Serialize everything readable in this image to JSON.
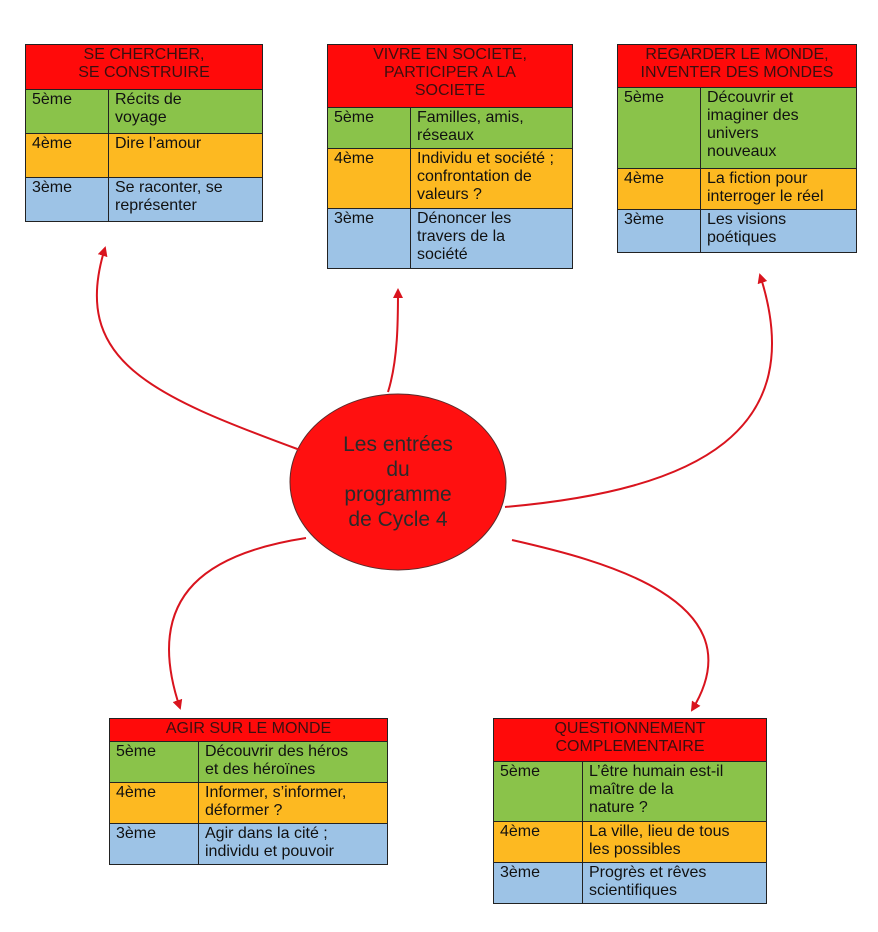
{
  "center": {
    "lines": [
      "Les entrées",
      "du",
      "programme",
      "de Cycle 4"
    ]
  },
  "colors": {
    "header": "#ff0a0a",
    "level5": "#8ac34a",
    "level4": "#fdb921",
    "level3": "#9dc3e6",
    "arrow": "#d9141e",
    "center": "#ff1010"
  },
  "boxes": {
    "chercher": {
      "title": [
        "SE CHERCHER,",
        "SE CONSTRUIRE"
      ],
      "rows": [
        {
          "level": "5ème",
          "text": [
            "Récits de",
            "voyage"
          ]
        },
        {
          "level": "4ème",
          "text": [
            "Dire l’amour"
          ]
        },
        {
          "level": "3ème",
          "text": [
            "Se raconter, se",
            "représenter"
          ]
        }
      ]
    },
    "societe": {
      "title": [
        "VIVRE EN SOCIETE,",
        "PARTICIPER A LA",
        "SOCIETE"
      ],
      "rows": [
        {
          "level": "5ème",
          "text": [
            "Familles, amis,",
            "réseaux"
          ]
        },
        {
          "level": "4ème",
          "text": [
            "Individu et société ;",
            "confrontation de",
            "valeurs ?"
          ]
        },
        {
          "level": "3ème",
          "text": [
            "Dénoncer les",
            "travers de la",
            "société"
          ]
        }
      ]
    },
    "monde": {
      "title": [
        "REGARDER LE MONDE,",
        "INVENTER DES MONDES"
      ],
      "rows": [
        {
          "level": "5ème",
          "text": [
            "Découvrir et",
            "imaginer des",
            "univers",
            "nouveaux"
          ]
        },
        {
          "level": "4ème",
          "text": [
            "La fiction pour",
            "interroger le réel"
          ]
        },
        {
          "level": "3ème",
          "text": [
            "Les visions",
            "poétiques"
          ]
        }
      ]
    },
    "agir": {
      "title": [
        "AGIR SUR LE MONDE"
      ],
      "rows": [
        {
          "level": "5ème",
          "text": [
            "Découvrir des héros",
            "et des héroïnes"
          ]
        },
        {
          "level": "4ème",
          "text": [
            "Informer, s’informer,",
            "déformer ?"
          ]
        },
        {
          "level": "3ème",
          "text": [
            "Agir dans la cité ;",
            "individu et pouvoir"
          ]
        }
      ]
    },
    "complementaire": {
      "title": [
        "QUESTIONNEMENT",
        "COMPLEMENTAIRE"
      ],
      "rows": [
        {
          "level": "5ème",
          "text": [
            "L’être humain est-il",
            "maître de la",
            "nature ?"
          ]
        },
        {
          "level": "4ème",
          "text": [
            "La ville, lieu de tous",
            "les possibles"
          ]
        },
        {
          "level": "3ème",
          "text": [
            "Progrès et rêves",
            "scientifiques"
          ]
        }
      ]
    }
  }
}
